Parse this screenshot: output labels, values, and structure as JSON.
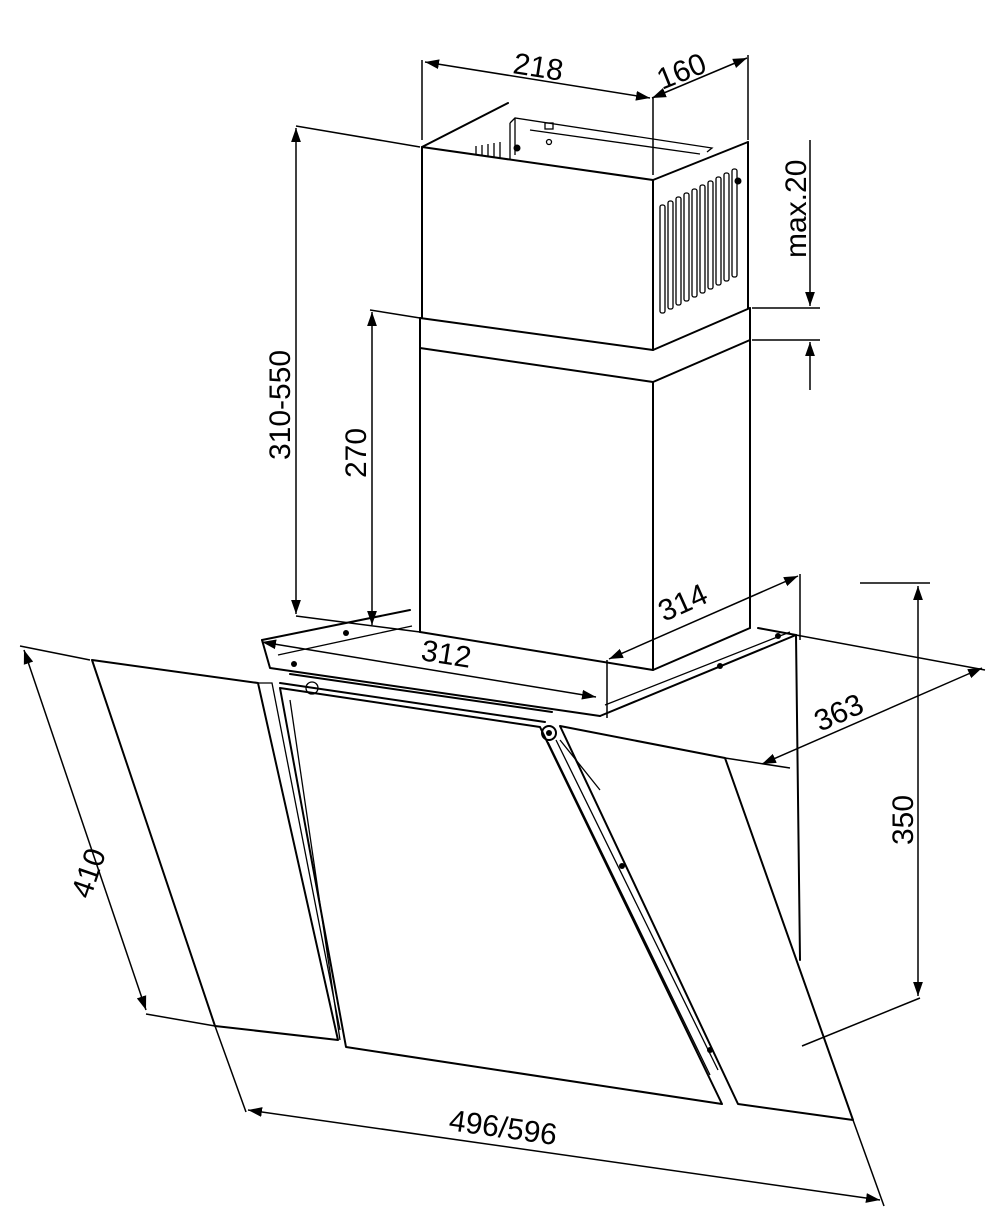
{
  "dimensions": {
    "chimney_width": "218",
    "chimney_depth": "160",
    "max_gap": "max.20",
    "total_chimney_height": "310-550",
    "lower_chimney_height": "270",
    "base_depth": "314",
    "base_width": "312",
    "hood_depth": "363",
    "hood_height": "350",
    "glass_height": "410",
    "hood_width": "496/596"
  }
}
